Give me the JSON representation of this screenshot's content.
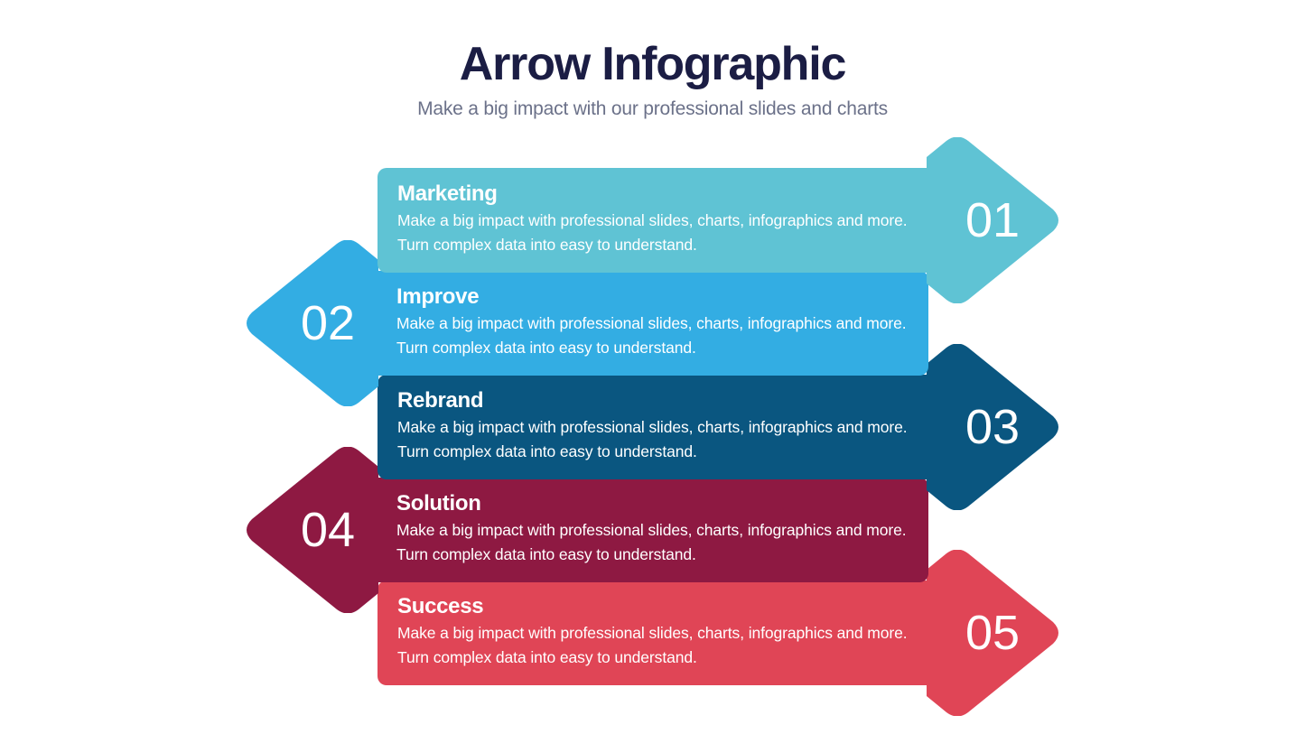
{
  "header": {
    "title": "Arrow Infographic",
    "subtitle": "Make a big impact with our professional slides and charts",
    "title_color": "#1b1d44",
    "subtitle_color": "#6b7189"
  },
  "chart_data": {
    "type": "diagram",
    "diagram_kind": "arrow-process-infographic",
    "title": "Arrow Infographic",
    "subtitle": "Make a big impact with our professional slides and charts",
    "background": "#ffffff",
    "step_count": 5,
    "steps": [
      {
        "number": "01",
        "heading": "Marketing",
        "description": "Make a big impact with professional slides, charts, infographics and more. Turn complex data into easy to understand.",
        "color": "#5fc3d4",
        "direction": "right"
      },
      {
        "number": "02",
        "heading": "Improve",
        "description": "Make a big impact with professional slides, charts, infographics and more. Turn complex data into easy to understand.",
        "color": "#33ade3",
        "direction": "left"
      },
      {
        "number": "03",
        "heading": "Rebrand",
        "description": "Make a big impact with professional slides, charts, infographics and more. Turn complex data into easy to understand.",
        "color": "#0a5680",
        "direction": "right"
      },
      {
        "number": "04",
        "heading": "Solution",
        "description": "Make a big impact with professional slides, charts, infographics and more. Turn complex data into easy to understand.",
        "color": "#8e1942",
        "direction": "left"
      },
      {
        "number": "05",
        "heading": "Success",
        "description": "Make a big impact with professional slides, charts, infographics and more. Turn complex data into easy to understand.",
        "color": "#e04556",
        "direction": "right"
      }
    ]
  }
}
